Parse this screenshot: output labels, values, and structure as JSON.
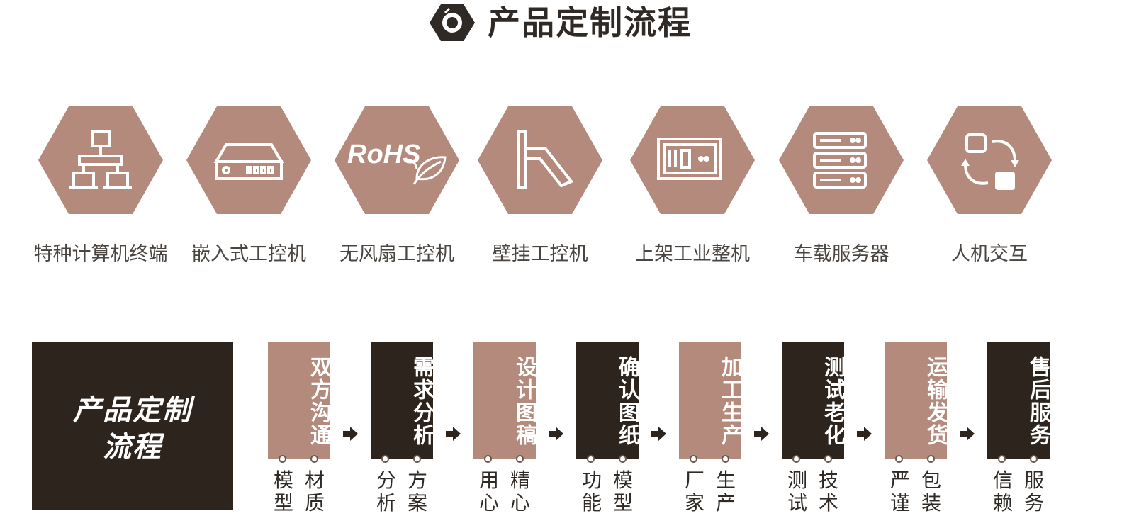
{
  "header": {
    "title": "产品定制流程",
    "icon": "hex-nut-icon"
  },
  "colors": {
    "accent_pink": "#b38a7c",
    "dark_brown": "#2c241d",
    "text": "#2f2a25"
  },
  "categories": [
    {
      "label": "特种计算机终端",
      "icon": "network-tree-icon"
    },
    {
      "label": "嵌入式工控机",
      "icon": "embedded-box-icon"
    },
    {
      "label": "无风扇工控机",
      "icon": "rohs-leaf-icon",
      "icon_text": "RoHS"
    },
    {
      "label": "壁挂工控机",
      "icon": "wall-mount-icon"
    },
    {
      "label": "上架工业整机",
      "icon": "rack-chassis-icon"
    },
    {
      "label": "车载服务器",
      "icon": "server-stack-icon"
    },
    {
      "label": "人机交互",
      "icon": "swap-cycle-icon"
    }
  ],
  "process": {
    "title_line1": "产品定制",
    "title_line2": "流程",
    "steps": [
      {
        "label": "双方沟通",
        "sub_left": "模型",
        "sub_right": "材质",
        "style": "pink"
      },
      {
        "label": "需求分析",
        "sub_left": "分析",
        "sub_right": "方案",
        "style": "dark"
      },
      {
        "label": "设计图稿",
        "sub_left": "用心",
        "sub_right": "精心",
        "style": "pink"
      },
      {
        "label": "确认图纸",
        "sub_left": "功能",
        "sub_right": "模型",
        "style": "dark"
      },
      {
        "label": "加工生产",
        "sub_left": "厂家",
        "sub_right": "生产",
        "style": "pink"
      },
      {
        "label": "测试老化",
        "sub_left": "测试",
        "sub_right": "技术",
        "style": "dark"
      },
      {
        "label": "运输发货",
        "sub_left": "严谨",
        "sub_right": "包装",
        "style": "pink"
      },
      {
        "label": "售后服务",
        "sub_left": "信赖",
        "sub_right": "服务",
        "style": "dark"
      }
    ]
  }
}
